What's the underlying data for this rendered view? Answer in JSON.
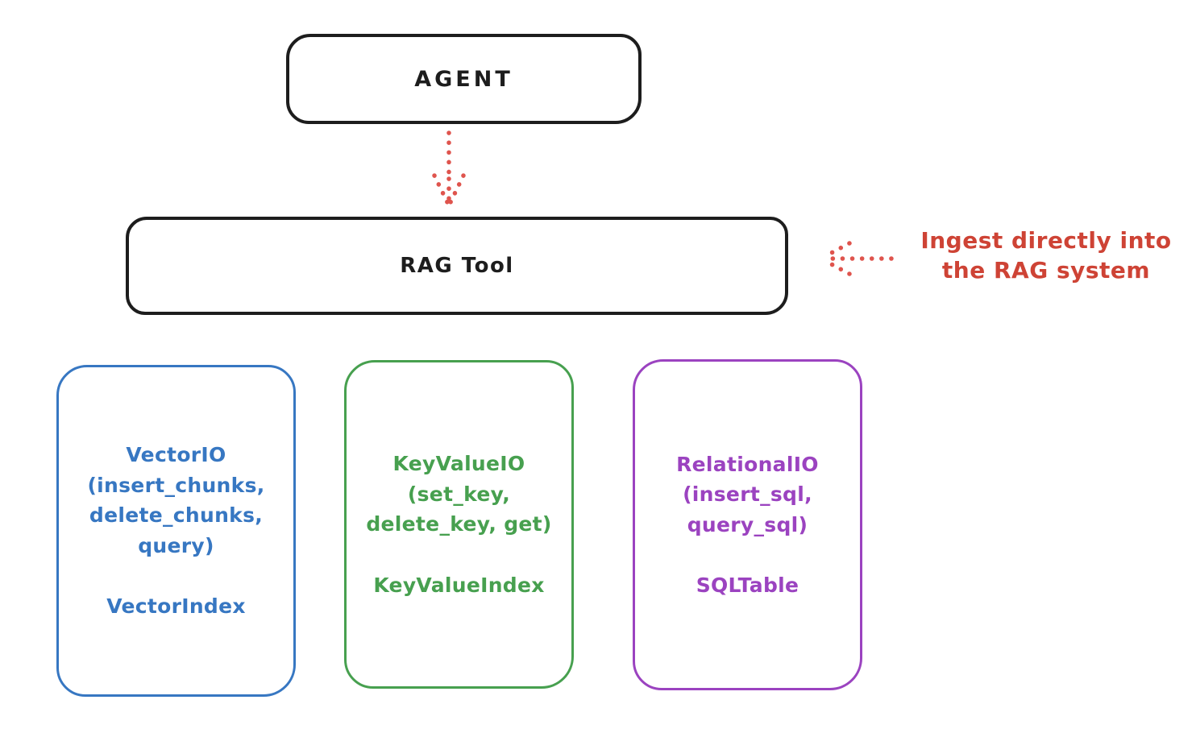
{
  "nodes": {
    "agent": {
      "label": "AGENT",
      "stroke": "#1d1d1d"
    },
    "rag_tool": {
      "label": "RAG Tool",
      "stroke": "#1d1d1d"
    }
  },
  "arrows": {
    "agent_to_rag": {
      "color": "#df544d"
    },
    "ingest": {
      "color": "#df544d"
    }
  },
  "annotation": {
    "lines": [
      "Ingest directly into",
      "the RAG system"
    ],
    "color": "#ce4335"
  },
  "branches": [
    {
      "name": "VectorIO",
      "color": "#3777c2",
      "lines": [
        "VectorIO",
        "(insert_chunks,",
        "delete_chunks,",
        "query)"
      ],
      "index_label": "VectorIndex"
    },
    {
      "name": "KeyValueIO",
      "color": "#47a04f",
      "lines": [
        "KeyValueIO",
        "(set_key,",
        "delete_key, get)"
      ],
      "index_label": "KeyValueIndex"
    },
    {
      "name": "RelationalIO",
      "color": "#9b43c0",
      "lines": [
        "RelationalIO",
        "(insert_sql,",
        "query_sql)"
      ],
      "index_label": "SQLTable"
    }
  ]
}
